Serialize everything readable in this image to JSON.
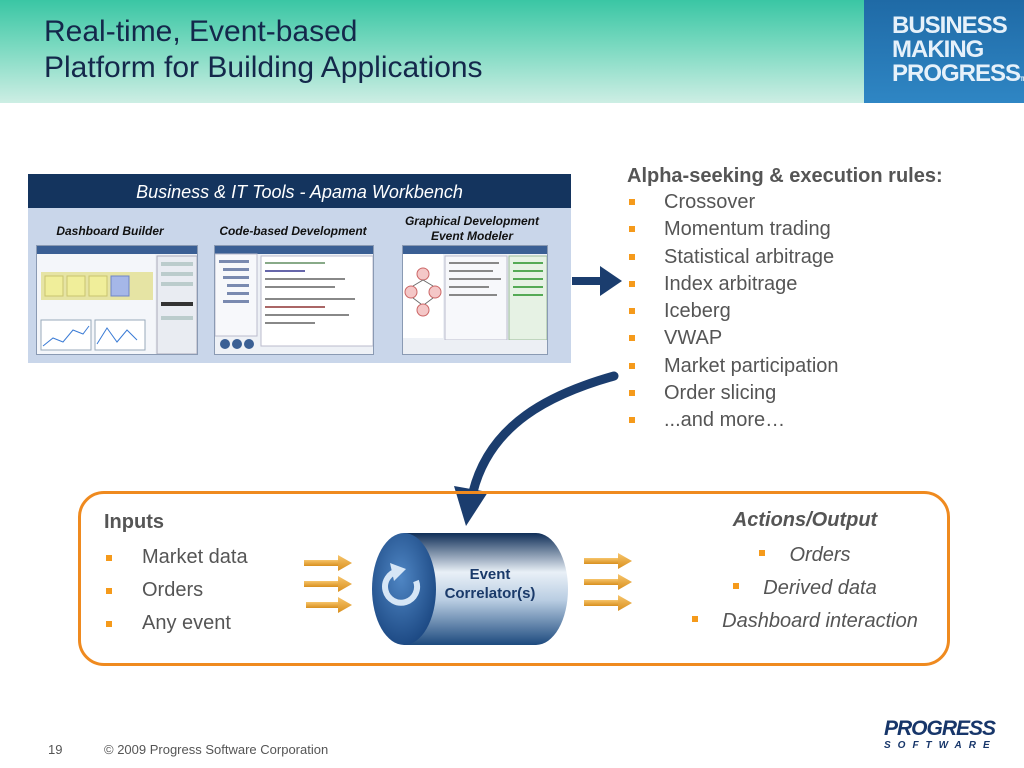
{
  "header": {
    "title_line1": "Real-time, Event-based",
    "title_line2": "Platform for Building Applications",
    "brand_line1": "BUSINESS",
    "brand_line2": "MAKING",
    "brand_line3": "PROGRESS",
    "brand_tm": "TM"
  },
  "workbench": {
    "title": "Business & IT Tools  - Apama Workbench",
    "tool1": "Dashboard Builder",
    "tool2": "Code-based Development",
    "tool3_line1": "Graphical Development",
    "tool3_line2": "Event Modeler"
  },
  "rules": {
    "heading": "Alpha-seeking & execution rules:",
    "items": [
      "Crossover",
      "Momentum trading",
      "Statistical arbitrage",
      "Index arbitrage",
      "Iceberg",
      "VWAP",
      "Market participation",
      "Order slicing",
      "...and more…"
    ]
  },
  "inputs": {
    "heading": "Inputs",
    "items": [
      "Market data",
      "Orders",
      "Any event"
    ]
  },
  "correlator": {
    "line1": "Event",
    "line2": "Correlator(s)"
  },
  "outputs": {
    "heading": "Actions/Output",
    "items": [
      "Orders",
      "Derived data",
      "Dashboard interaction"
    ]
  },
  "footer": {
    "page_number": "19",
    "copyright": "© 2009 Progress Software Corporation",
    "logo_main": "PROGRESS",
    "logo_sub": "SOFTWARE"
  },
  "colors": {
    "header_gradient_top": "#3ac6a4",
    "title_text": "#14284b",
    "brand_blue": "#2f86c4",
    "workbench_bar": "#14345e",
    "accent_orange": "#ef8a1f",
    "bullet_orange": "#f59a1b",
    "arrow_navy": "#1b3d6e"
  }
}
